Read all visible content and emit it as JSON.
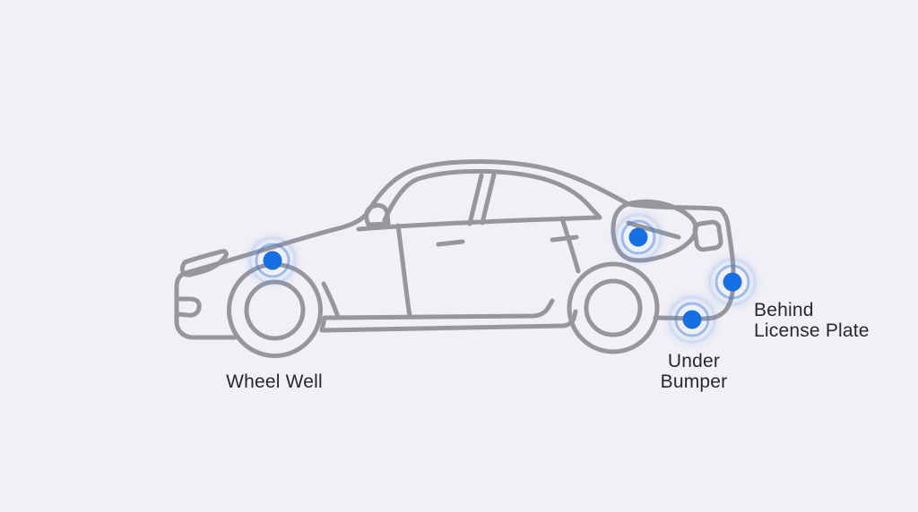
{
  "diagram": {
    "colors": {
      "background": "#f1f0f5",
      "car_outline": "#97969d",
      "marker_blue": "#1571e3",
      "label_text": "#28272e"
    },
    "markers": [
      {
        "name": "wheel-well",
        "icon": "ping-dot-icon",
        "label": "Wheel Well"
      },
      {
        "name": "rear-quarter-panel",
        "icon": "ping-dot-icon",
        "label": ""
      },
      {
        "name": "under-bumper",
        "icon": "ping-dot-icon",
        "label": "Under Bumper"
      },
      {
        "name": "behind-license-plate",
        "icon": "ping-dot-icon",
        "label": "Behind License Plate"
      }
    ]
  }
}
